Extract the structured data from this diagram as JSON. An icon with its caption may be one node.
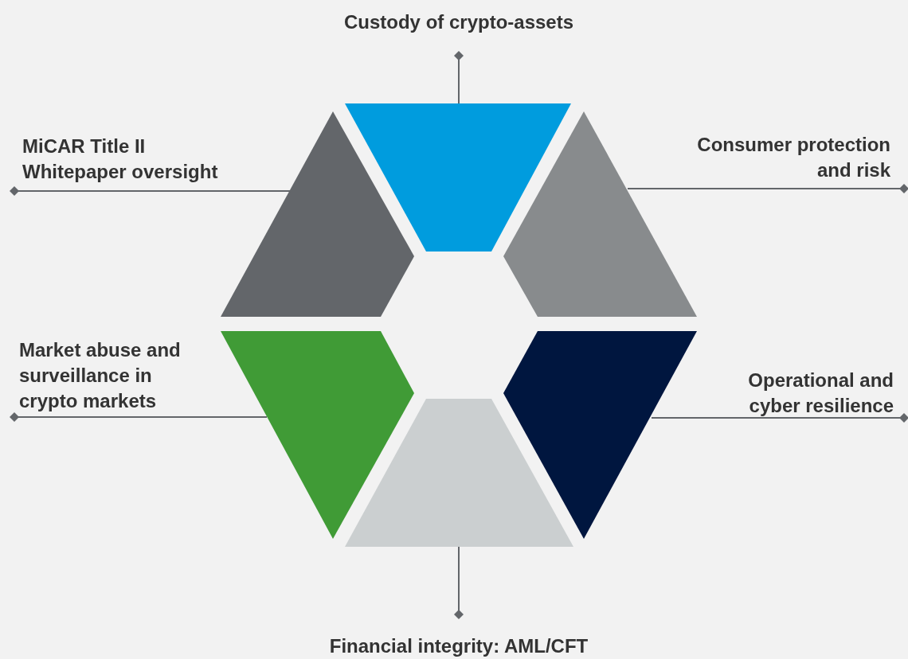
{
  "diagram": {
    "nodes": [
      {
        "text": [
          "Custody of crypto-assets"
        ]
      },
      {
        "text": [
          "MiCAR Title II Whitepaper oversight"
        ]
      },
      {
        "text": [
          "Consumer protection and risk"
        ]
      },
      {
        "text": [
          "Market abuse and surveillance in crypto markets"
        ]
      },
      {
        "text": [
          "Operational and cyber resilience"
        ]
      },
      {
        "text": [
          "Financial integrity: AML/CFT"
        ]
      },
      {
        "text": [],
        "shape": "trapezoid"
      },
      {
        "text": [],
        "shape": "trapezoid"
      },
      {
        "text": [],
        "shape": "trapezoid"
      },
      {
        "text": [],
        "shape": "trapezoid"
      },
      {
        "text": [],
        "shape": "trapezoid"
      },
      {
        "text": [],
        "shape": "trapezoid"
      }
    ],
    "edges": [
      {
        "from": 0,
        "to": 6,
        "arrow": "other"
      },
      {
        "from": 1,
        "to": 7,
        "arrow": "other"
      },
      {
        "from": 2,
        "to": 8,
        "arrow": "other"
      },
      {
        "from": 3,
        "to": 9,
        "arrow": "other"
      },
      {
        "from": 4,
        "to": 10,
        "arrow": "other"
      },
      {
        "from": 5,
        "to": 11,
        "arrow": "other"
      }
    ]
  }
}
